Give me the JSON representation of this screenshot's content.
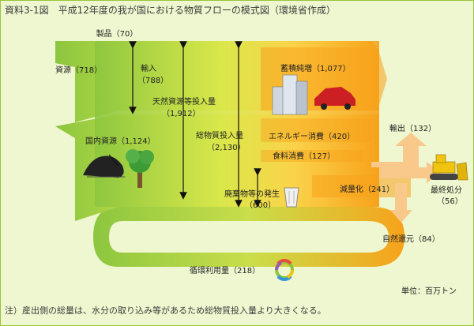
{
  "title": "資料3-1図　平成12年度の我が国における物質フローの模式図（環境省作成）",
  "note": "注）産出側の総量は、水分の取り込み等があるため総物質投入量より大きくなる。",
  "unit": "単位：百万トン",
  "labels": {
    "products": "製品（70）",
    "resources": "資源（718）",
    "imports": "輸入",
    "imports_val": "（788）",
    "natural_input": "天然資源等投入量",
    "natural_input_val": "（1,912）",
    "domestic": "国内資源（1,124）",
    "total_input": "総物質投入量",
    "total_input_val": "（2,130）",
    "stock": "蓄積純増（1,077）",
    "energy": "エネルギー消費（420）",
    "food": "食料消費（127）",
    "waste": "廃棄物等の発生",
    "waste_val": "（600）",
    "reduction": "減量化（241）",
    "export": "輸出（132）",
    "final": "最終処分",
    "final_val": "（56）",
    "nature": "自然還元（84）",
    "recycle": "循環利用量（218）"
  },
  "colors": {
    "green": "#8cc63f",
    "orange": "#f7a21b",
    "pale_orange": "#f9c98c"
  }
}
